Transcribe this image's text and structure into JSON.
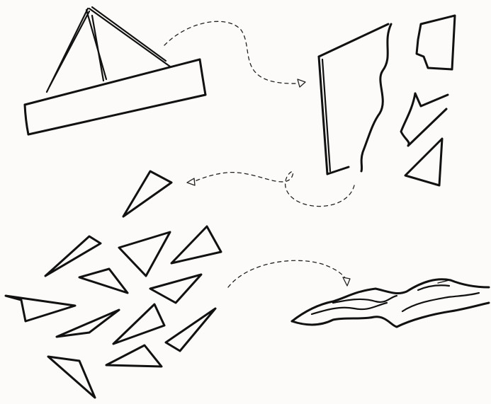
{
  "diagram": {
    "stages": [
      {
        "id": "boat",
        "name": "paper-boat"
      },
      {
        "id": "unfolded",
        "name": "unfolded-paper-pieces"
      },
      {
        "id": "triangles",
        "name": "triangle-fragments"
      },
      {
        "id": "crumpled",
        "name": "crumpled-paper"
      }
    ],
    "connectors": [
      {
        "from": "boat",
        "to": "unfolded",
        "style": "dashed-arrow"
      },
      {
        "from": "unfolded",
        "to": "triangles",
        "style": "dashed-arrow"
      },
      {
        "from": "triangles",
        "to": "crumpled",
        "style": "dashed-arrow"
      }
    ],
    "colors": {
      "ink": "#111111",
      "background": "#fdfbf9"
    }
  }
}
